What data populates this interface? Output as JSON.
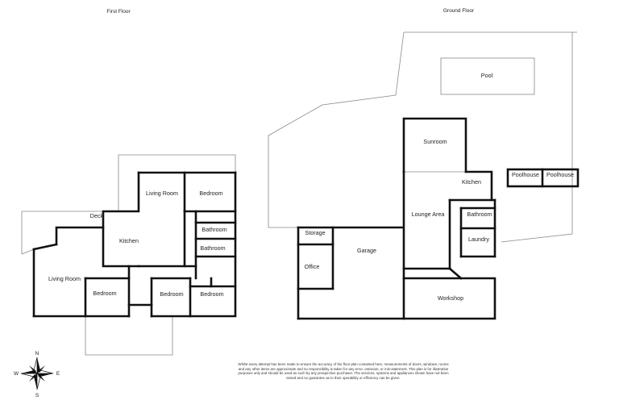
{
  "titles": {
    "first_floor": "First Floor",
    "ground_floor": "Ground Floor"
  },
  "first_floor_rooms": {
    "deck": "Deck",
    "living_room_upper": "Living Room",
    "bedroom_ne": "Bedroom",
    "bathroom_1": "Bathroom",
    "kitchen": "Kitchen",
    "bathroom_2": "Bathroom",
    "living_room_lower": "Living Room",
    "bedroom_sw": "Bedroom",
    "bedroom_s": "Bedroom",
    "bedroom_se": "Bedroom"
  },
  "ground_floor_rooms": {
    "pool": "Pool",
    "sunroom": "Sunroom",
    "kitchen": "Kitchen",
    "poolhouse_1": "Poolhouse",
    "poolhouse_2": "Poolhouse",
    "lounge_area": "Lounge Area",
    "bathroom": "Bathroom",
    "laundry": "Laundry",
    "storage": "Storage",
    "office": "Office",
    "garage": "Garage",
    "workshop": "Workshop"
  },
  "compass": {
    "n": "N",
    "s": "S",
    "e": "E",
    "w": "W"
  },
  "disclaimer": "Whilst every attempt has been made to ensure the accuracy of the floor plan contained here, measurements of doors, windows, rooms and any other items are approximate and no responsibility is taken for any error, omission, or mis-statement. This plan is for illustrative purposes only and should be used as such by any prospective purchaser. The services, systems and appliances shown have not been tested and no guarantee as to their operability or efficiency can be given."
}
